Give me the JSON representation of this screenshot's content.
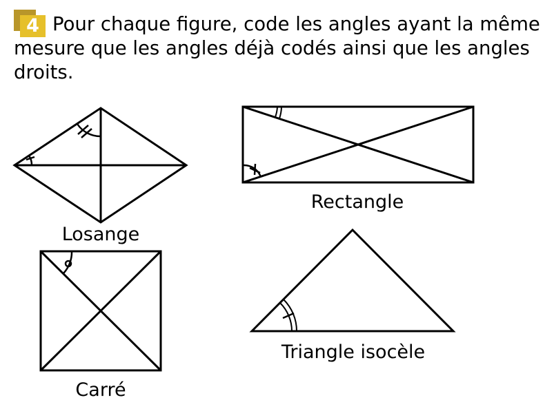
{
  "exercise": {
    "number": "4",
    "instruction": "Pour chaque figure, code les angles ayant la même mesure que les angles déjà codés ainsi que les angles droits.",
    "accent_color": "#e6c02b",
    "accent_shadow": "#b8962a"
  },
  "figures": {
    "losange": "Losange",
    "rectangle": "Rectangle",
    "carre": "Carré",
    "triangle": "Triangle isocèle"
  }
}
